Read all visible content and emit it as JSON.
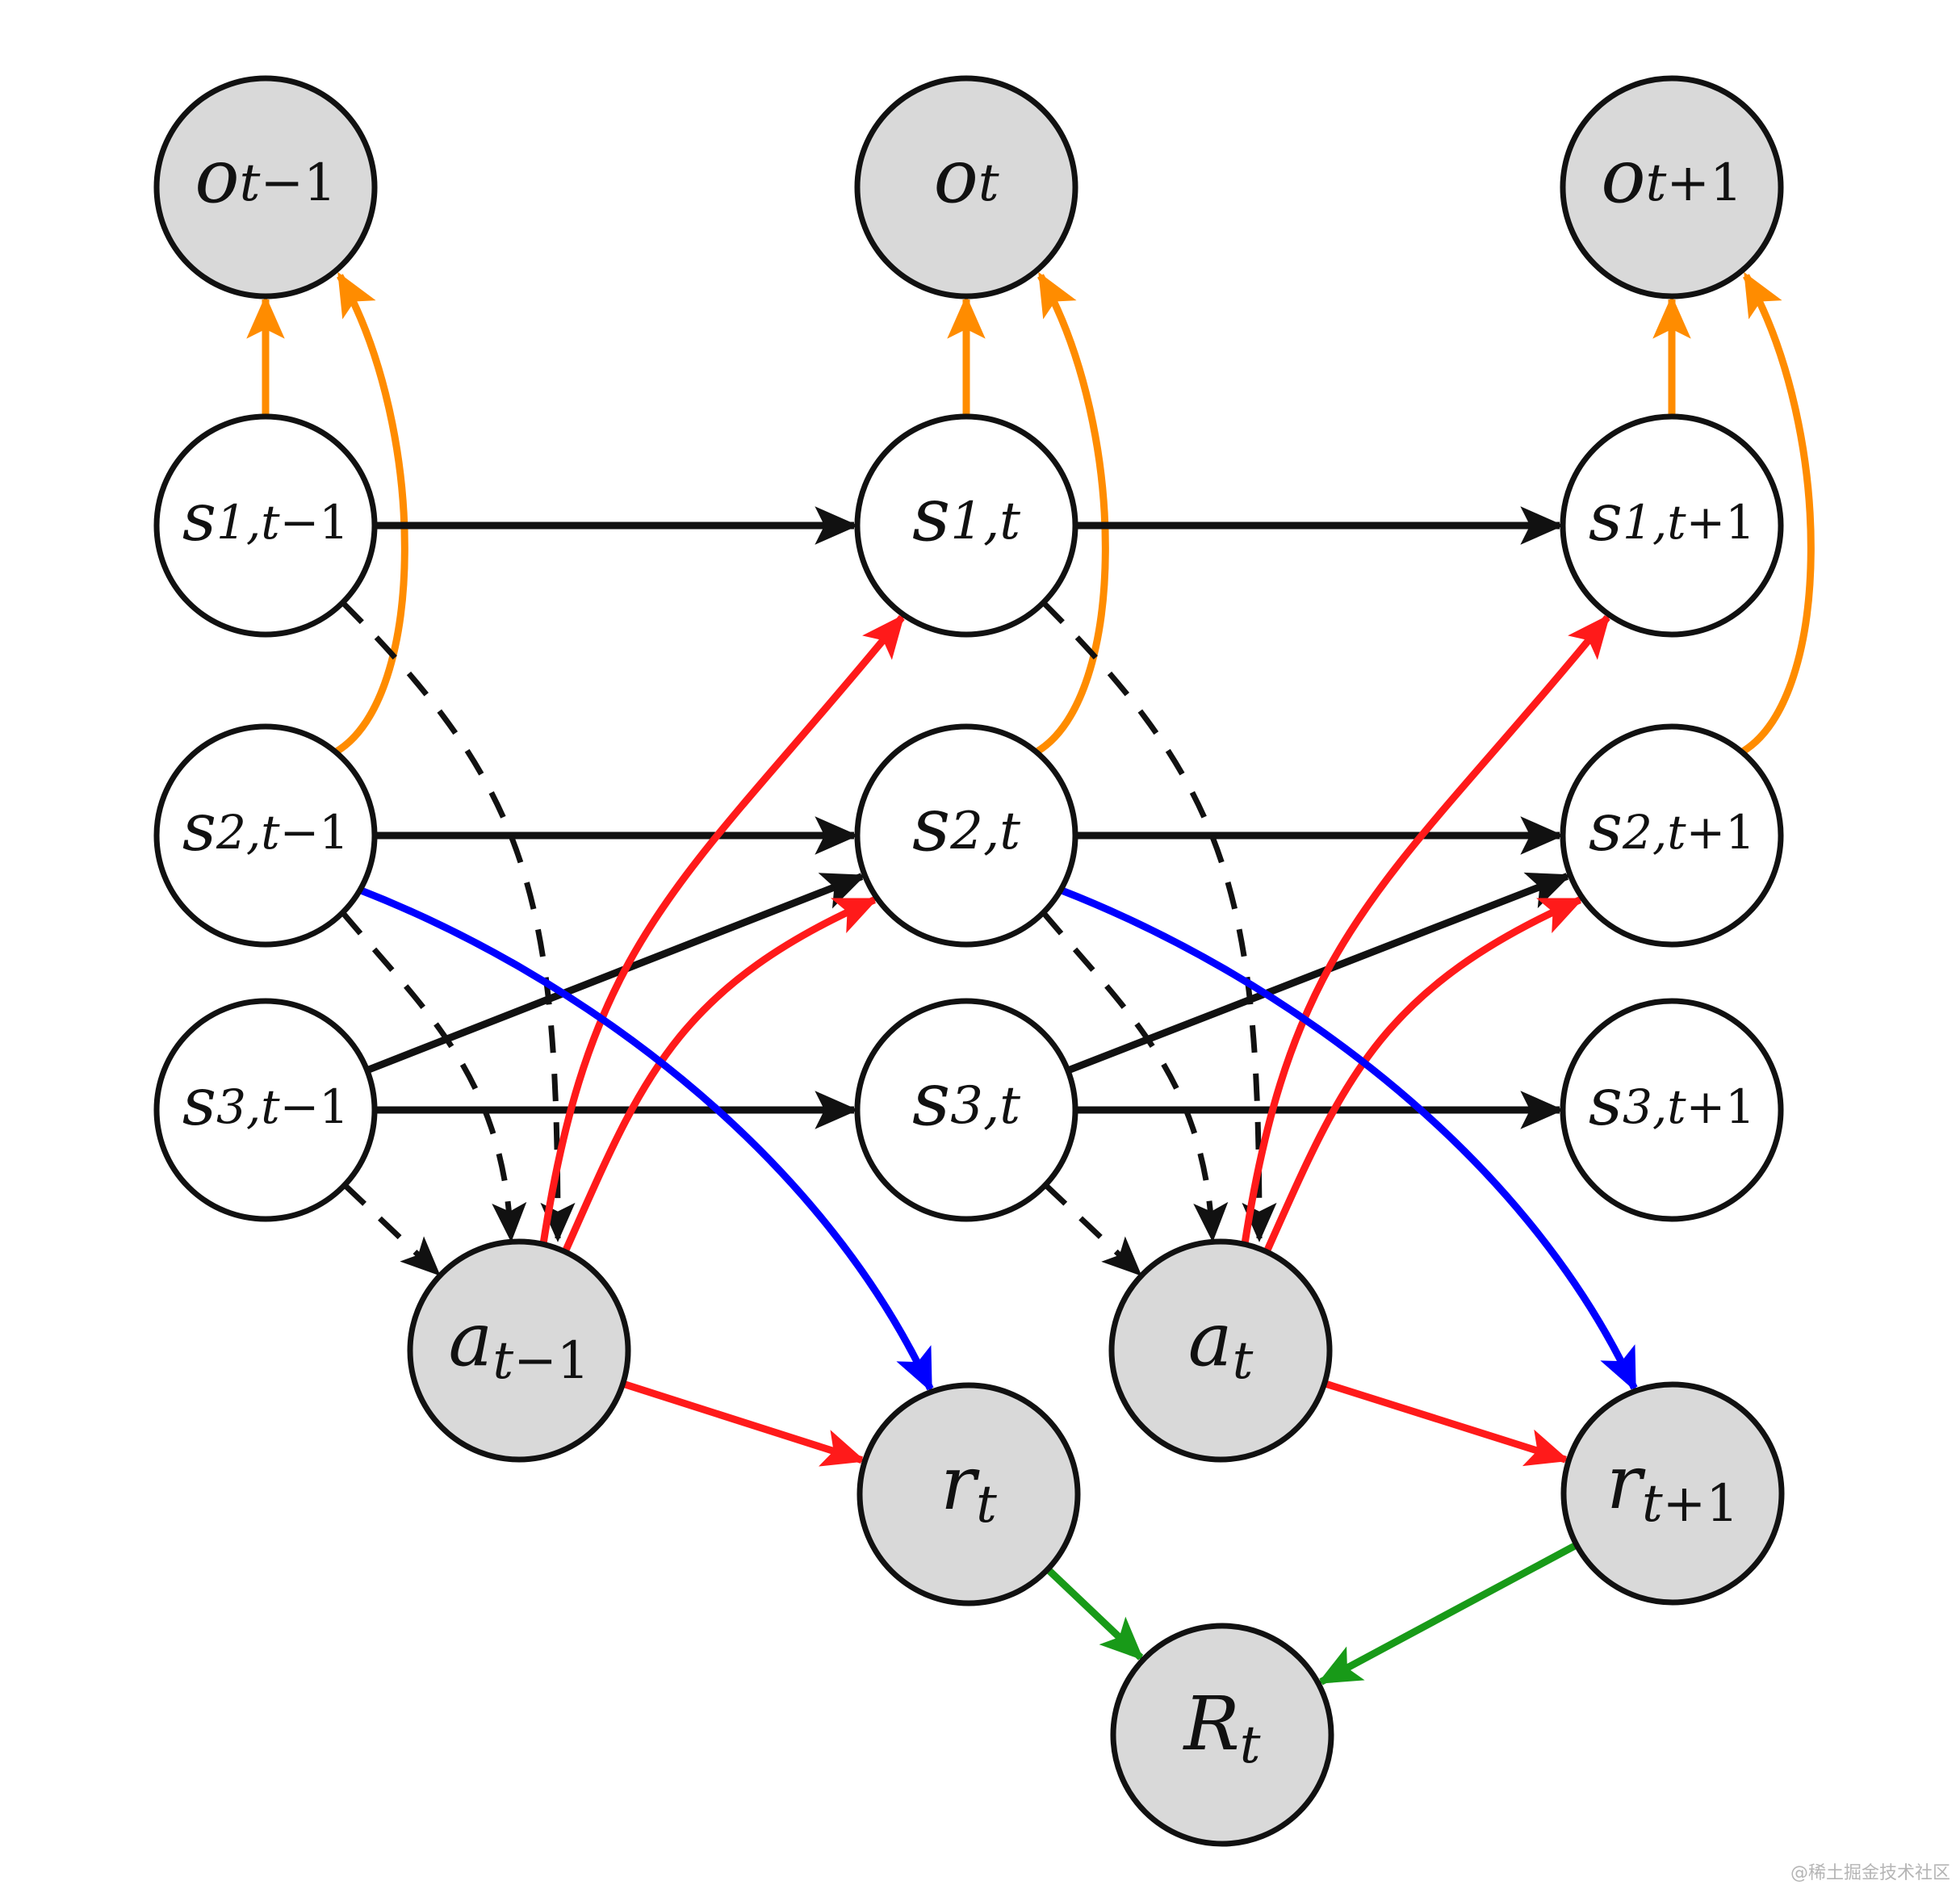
{
  "title": "Factored-state POMDP dynamic Bayesian network",
  "colors": {
    "node_stroke": "#111111",
    "observed_fill": "#d9d9d9",
    "latent_fill": "#ffffff",
    "transition": "#111111",
    "policy": "#111111",
    "action_effect": "#ff1a1a",
    "reward_state": "#0000ff",
    "observation": "#ff8c00",
    "return": "#189a18"
  },
  "nodes": [
    {
      "id": "o_tm1",
      "base": "o",
      "sub": "t",
      "suffix": "−1",
      "observed": true
    },
    {
      "id": "o_t",
      "base": "o",
      "sub": "t",
      "suffix": "",
      "observed": true
    },
    {
      "id": "o_tp1",
      "base": "o",
      "sub": "t",
      "suffix": "+1",
      "observed": true
    },
    {
      "id": "s1_tm1",
      "base": "s",
      "sub": "1,t",
      "suffix": "−1",
      "observed": false
    },
    {
      "id": "s1_t",
      "base": "s",
      "sub": "1,t",
      "suffix": "",
      "observed": false
    },
    {
      "id": "s1_tp1",
      "base": "s",
      "sub": "1,t",
      "suffix": "+1",
      "observed": false
    },
    {
      "id": "s2_tm1",
      "base": "s",
      "sub": "2,t",
      "suffix": "−1",
      "observed": false
    },
    {
      "id": "s2_t",
      "base": "s",
      "sub": "2,t",
      "suffix": "",
      "observed": false
    },
    {
      "id": "s2_tp1",
      "base": "s",
      "sub": "2,t",
      "suffix": "+1",
      "observed": false
    },
    {
      "id": "s3_tm1",
      "base": "s",
      "sub": "3,t",
      "suffix": "−1",
      "observed": false
    },
    {
      "id": "s3_t",
      "base": "s",
      "sub": "3,t",
      "suffix": "",
      "observed": false
    },
    {
      "id": "s3_tp1",
      "base": "s",
      "sub": "3,t",
      "suffix": "+1",
      "observed": false
    },
    {
      "id": "a_tm1",
      "base": "a",
      "sub": "t",
      "suffix": "−1",
      "observed": true
    },
    {
      "id": "a_t",
      "base": "a",
      "sub": "t",
      "suffix": "",
      "observed": true
    },
    {
      "id": "r_t",
      "base": "r",
      "sub": "t",
      "suffix": "",
      "observed": true
    },
    {
      "id": "r_tp1",
      "base": "r",
      "sub": "t",
      "suffix": "+1",
      "observed": true
    },
    {
      "id": "R_t",
      "base": "R",
      "sub": "t",
      "suffix": "",
      "observed": true
    }
  ],
  "edges": [
    {
      "from": "s1_tm1",
      "to": "o_tm1",
      "type": "observation"
    },
    {
      "from": "s2_tm1",
      "to": "o_tm1",
      "type": "observation",
      "curve": "orange-arc"
    },
    {
      "from": "s1_t",
      "to": "o_t",
      "type": "observation"
    },
    {
      "from": "s2_t",
      "to": "o_t",
      "type": "observation",
      "curve": "orange-arc"
    },
    {
      "from": "s1_tp1",
      "to": "o_tp1",
      "type": "observation"
    },
    {
      "from": "s2_tp1",
      "to": "o_tp1",
      "type": "observation",
      "curve": "orange-arc"
    },
    {
      "from": "s1_tm1",
      "to": "s1_t",
      "type": "transition"
    },
    {
      "from": "s2_tm1",
      "to": "s2_t",
      "type": "transition"
    },
    {
      "from": "s3_tm1",
      "to": "s3_t",
      "type": "transition"
    },
    {
      "from": "s3_tm1",
      "to": "s2_t",
      "type": "transition"
    },
    {
      "from": "s1_t",
      "to": "s1_tp1",
      "type": "transition"
    },
    {
      "from": "s2_t",
      "to": "s2_tp1",
      "type": "transition"
    },
    {
      "from": "s3_t",
      "to": "s3_tp1",
      "type": "transition"
    },
    {
      "from": "s3_t",
      "to": "s2_tp1",
      "type": "transition"
    },
    {
      "from": "s1_tm1",
      "to": "a_tm1",
      "type": "policy",
      "curve": "dash-long"
    },
    {
      "from": "s2_tm1",
      "to": "a_tm1",
      "type": "policy",
      "curve": "dash-mid"
    },
    {
      "from": "s3_tm1",
      "to": "a_tm1",
      "type": "policy"
    },
    {
      "from": "s1_t",
      "to": "a_t",
      "type": "policy",
      "curve": "dash-long"
    },
    {
      "from": "s2_t",
      "to": "a_t",
      "type": "policy",
      "curve": "dash-mid"
    },
    {
      "from": "s3_t",
      "to": "a_t",
      "type": "policy"
    },
    {
      "from": "a_tm1",
      "to": "s1_t",
      "type": "action_effect",
      "curve": "red-high"
    },
    {
      "from": "a_tm1",
      "to": "s2_t",
      "type": "action_effect",
      "curve": "red-low"
    },
    {
      "from": "a_tm1",
      "to": "r_t",
      "type": "action_effect"
    },
    {
      "from": "a_t",
      "to": "s1_tp1",
      "type": "action_effect",
      "curve": "red-high"
    },
    {
      "from": "a_t",
      "to": "s2_tp1",
      "type": "action_effect",
      "curve": "red-low"
    },
    {
      "from": "a_t",
      "to": "r_tp1",
      "type": "action_effect"
    },
    {
      "from": "s2_tm1",
      "to": "r_t",
      "type": "reward_state",
      "curve": "blue-arc"
    },
    {
      "from": "s2_t",
      "to": "r_tp1",
      "type": "reward_state",
      "curve": "blue-arc"
    },
    {
      "from": "r_t",
      "to": "R_t",
      "type": "return"
    },
    {
      "from": "r_tp1",
      "to": "R_t",
      "type": "return"
    }
  ],
  "watermark": "@稀土掘金技术社区"
}
